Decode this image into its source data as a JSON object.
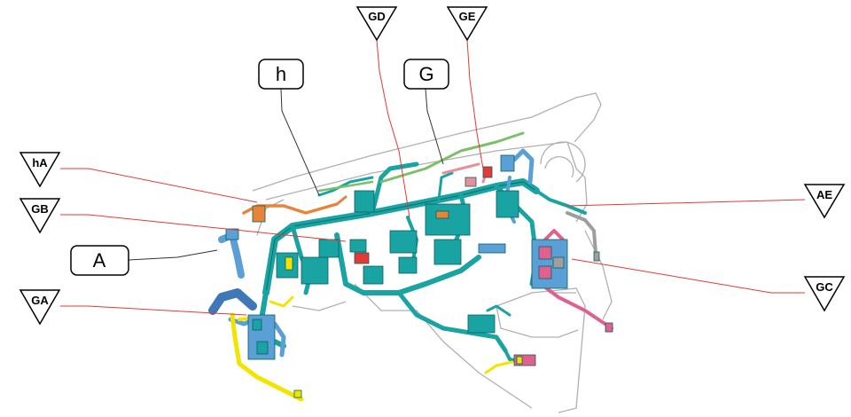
{
  "labels": {
    "h": "h",
    "G": "G",
    "A": "A",
    "GD": "GD",
    "GE": "GE",
    "hA": "hA",
    "GB": "GB",
    "GA": "GA",
    "AE": "AE",
    "GC": "GC"
  },
  "colors": {
    "harness_main": "#1aa3a3",
    "harness_blue": "#5aa0d6",
    "harness_yellow": "#f3e400",
    "harness_pink": "#e0608f",
    "harness_orange": "#e8843a",
    "harness_green": "#7cbf6a",
    "leader_red": "#e53935",
    "leader_dark": "#333333",
    "outline": "#b0b0b0"
  }
}
